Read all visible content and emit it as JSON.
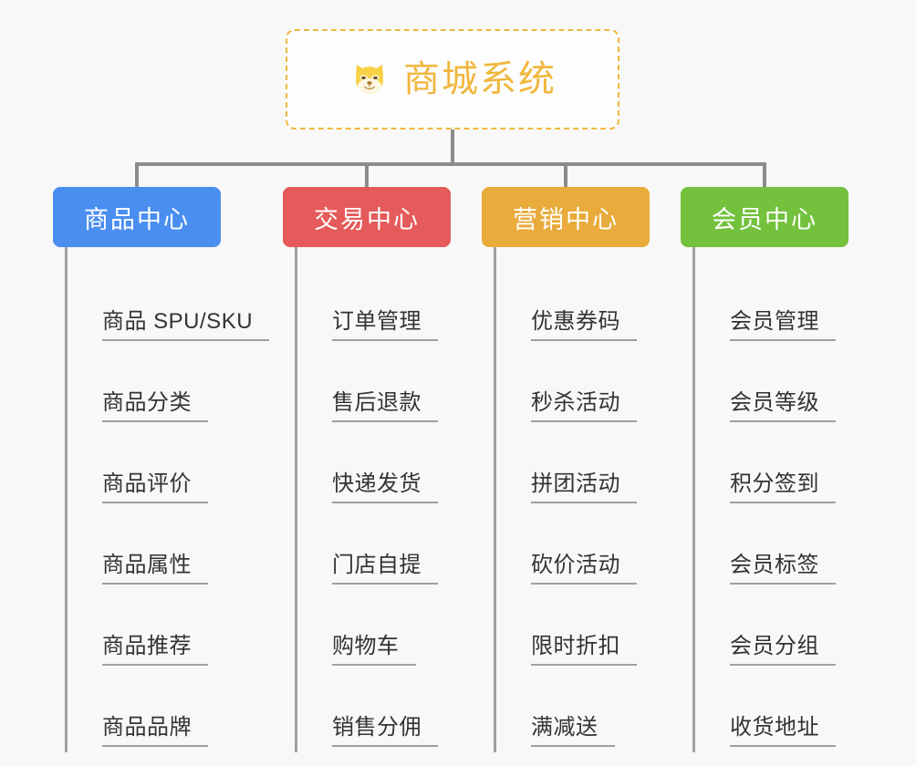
{
  "root": {
    "title": "商城系统",
    "icon": "shiba-dog-emoji",
    "border_color": "#f0b73f",
    "text_color": "#f0b73f"
  },
  "columns": [
    {
      "name": "product-center",
      "label": "商品中心",
      "color": "#4a8ef0",
      "items": [
        "商品 SPU/SKU",
        "商品分类",
        "商品评价",
        "商品属性",
        "商品推荐",
        "商品品牌"
      ]
    },
    {
      "name": "trade-center",
      "label": "交易中心",
      "color": "#e55a5a",
      "items": [
        "订单管理",
        "售后退款",
        "快递发货",
        "门店自提",
        "购物车",
        "销售分佣"
      ]
    },
    {
      "name": "marketing-center",
      "label": "营销中心",
      "color": "#e8ab3c",
      "items": [
        "优惠券码",
        "秒杀活动",
        "拼团活动",
        "砍价活动",
        "限时折扣",
        "满减送"
      ]
    },
    {
      "name": "member-center",
      "label": "会员中心",
      "color": "#73c13d",
      "items": [
        "会员管理",
        "会员等级",
        "积分签到",
        "会员标签",
        "会员分组",
        "收货地址"
      ]
    }
  ],
  "connector_color": "#8c8c8c",
  "leaf_line_color": "#a0a0a0",
  "background_color": "#f8f8f8"
}
